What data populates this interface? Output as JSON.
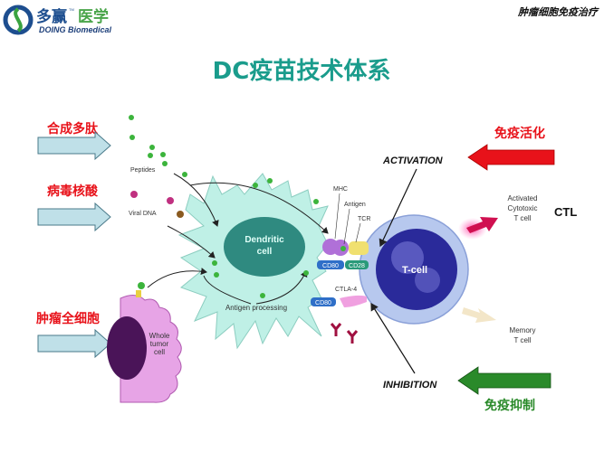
{
  "header": {
    "logo_cn_1": "多赢",
    "logo_cn_2": "医学",
    "logo_tm": "TM",
    "logo_en": "DOING Biomedical",
    "tagline": "肿瘤细胞免疫治疗"
  },
  "title": "DC疫苗技术体系",
  "left_labels": {
    "peptide": "合成多肽",
    "viral": "病毒核酸",
    "tumor": "肿瘤全细胞"
  },
  "right_labels": {
    "activation_cn": "免疫活化",
    "inhibition_cn": "免疫抑制",
    "ctl": "CTL"
  },
  "diagram": {
    "peptides": "Peptides",
    "viral_dna": "Viral DNA",
    "dendritic_1": "Dendritic",
    "dendritic_2": "cell",
    "antigen_processing": "Antigen processing",
    "whole_1": "Whole",
    "whole_2": "tumor",
    "whole_3": "cell",
    "mhc": "MHC",
    "antigen": "Antigen",
    "tcr": "TCR",
    "cd80_a": "CD80",
    "cd28": "CD28",
    "cd80_b": "CD80",
    "ctla4": "CTLA-4",
    "tcell": "T-cell",
    "activation": "ACTIVATION",
    "inhibition": "INHIBITION",
    "act_1": "Activated",
    "act_2": "Cytotoxic",
    "act_3": "T cell",
    "mem_1": "Memory",
    "mem_2": "T cell"
  },
  "colors": {
    "title": "#1a9c8c",
    "red": "#e8121a",
    "green": "#2a8a2a",
    "dc_body": "#bff0e6",
    "dc_nucleus": "#2f8a80",
    "tcell_body": "#b7c8ee",
    "tcell_nucleus": "#2a2a9a",
    "tumor": "#e7a4e6"
  }
}
